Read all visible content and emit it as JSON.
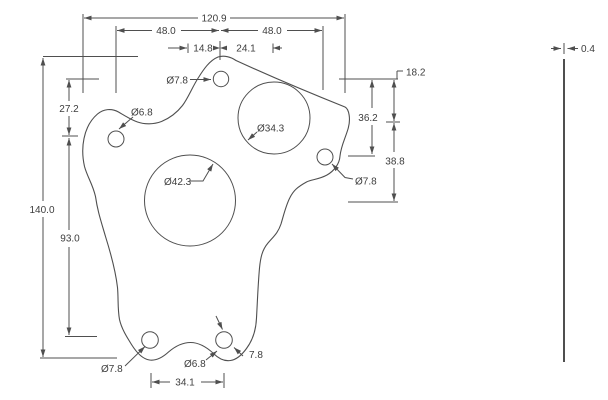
{
  "drawing": {
    "dims": {
      "overall_width": "120.9",
      "upper_left_span": "48.0",
      "upper_right_span": "48.0",
      "center_offset_left": "14.8",
      "center_offset_right": "24.1",
      "left_upper_drop": "27.2",
      "overall_height": "140.0",
      "left_lower_span": "93.0",
      "right_top_offset": "18.2",
      "right_hole_drop": "36.2",
      "circle_gap": "38.8",
      "bottom_hole_span": "34.1",
      "bottom_hole_diag": "7.8",
      "thickness": "0.4"
    },
    "holes": {
      "top_center": "Ø7.8",
      "upper_left": "Ø6.8",
      "large_right": "Ø34.3",
      "large_center": "Ø42.3",
      "mid_right": "Ø7.8",
      "bottom_left": "Ø7.8",
      "bottom_right": "Ø6.8"
    },
    "colors": {
      "line": "#4f4f4f",
      "text": "#3d3d3d",
      "background": "#ffffff"
    }
  }
}
